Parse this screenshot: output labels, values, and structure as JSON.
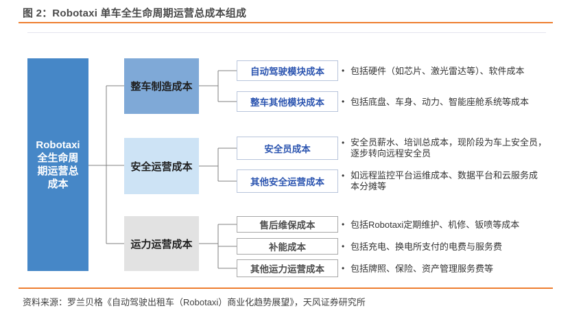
{
  "figure": {
    "title": "图 2：Robotaxi 单车全生命周期运营总成本组成",
    "source": "资料来源：罗兰贝格《自动驾驶出租车（Robotaxi）商业化趋势展望》，天风证券研究所"
  },
  "colors": {
    "accent_orange": "#ee7d2e",
    "root_fill": "#4687c7",
    "branch_manufacturing_fill": "#7fa9d7",
    "branch_safety_fill": "#cde3f5",
    "branch_capacity_fill": "#e2e2e2",
    "leaf_blue_text": "#2c55b0",
    "leaf_gray_text": "#4d4d4d",
    "connector_gray": "#7f7f7f"
  },
  "tree": {
    "root": {
      "label": "Robotaxi\n全生命周\n期运营总\n成本"
    },
    "branches": [
      {
        "label": "整车制造成本",
        "children": [
          {
            "label": "自动驾驶模块成本",
            "desc": "包括硬件（如芯片、激光雷达等）、软件成本"
          },
          {
            "label": "整车其他模块成本",
            "desc": "包括底盘、车身、动力、智能座舱系统等成本"
          }
        ]
      },
      {
        "label": "安全运营成本",
        "children": [
          {
            "label": "安全员成本",
            "desc": "安全员薪水、培训总成本，现阶段为车上安全员，\n逐步转向远程安全员"
          },
          {
            "label": "其他安全运营成本",
            "desc": "如远程监控平台运维成本、数据平台和云服务成\n本分摊等"
          }
        ]
      },
      {
        "label": "运力运营成本",
        "children": [
          {
            "label": "售后维保成本",
            "desc": "包括Robotaxi定期维护、机修、钣喷等成本"
          },
          {
            "label": "补能成本",
            "desc": "包括充电、换电所支付的电费与服务费"
          },
          {
            "label": "其他运力运营成本",
            "desc": "包括牌照、保险、资产管理服务费等"
          }
        ]
      }
    ]
  }
}
